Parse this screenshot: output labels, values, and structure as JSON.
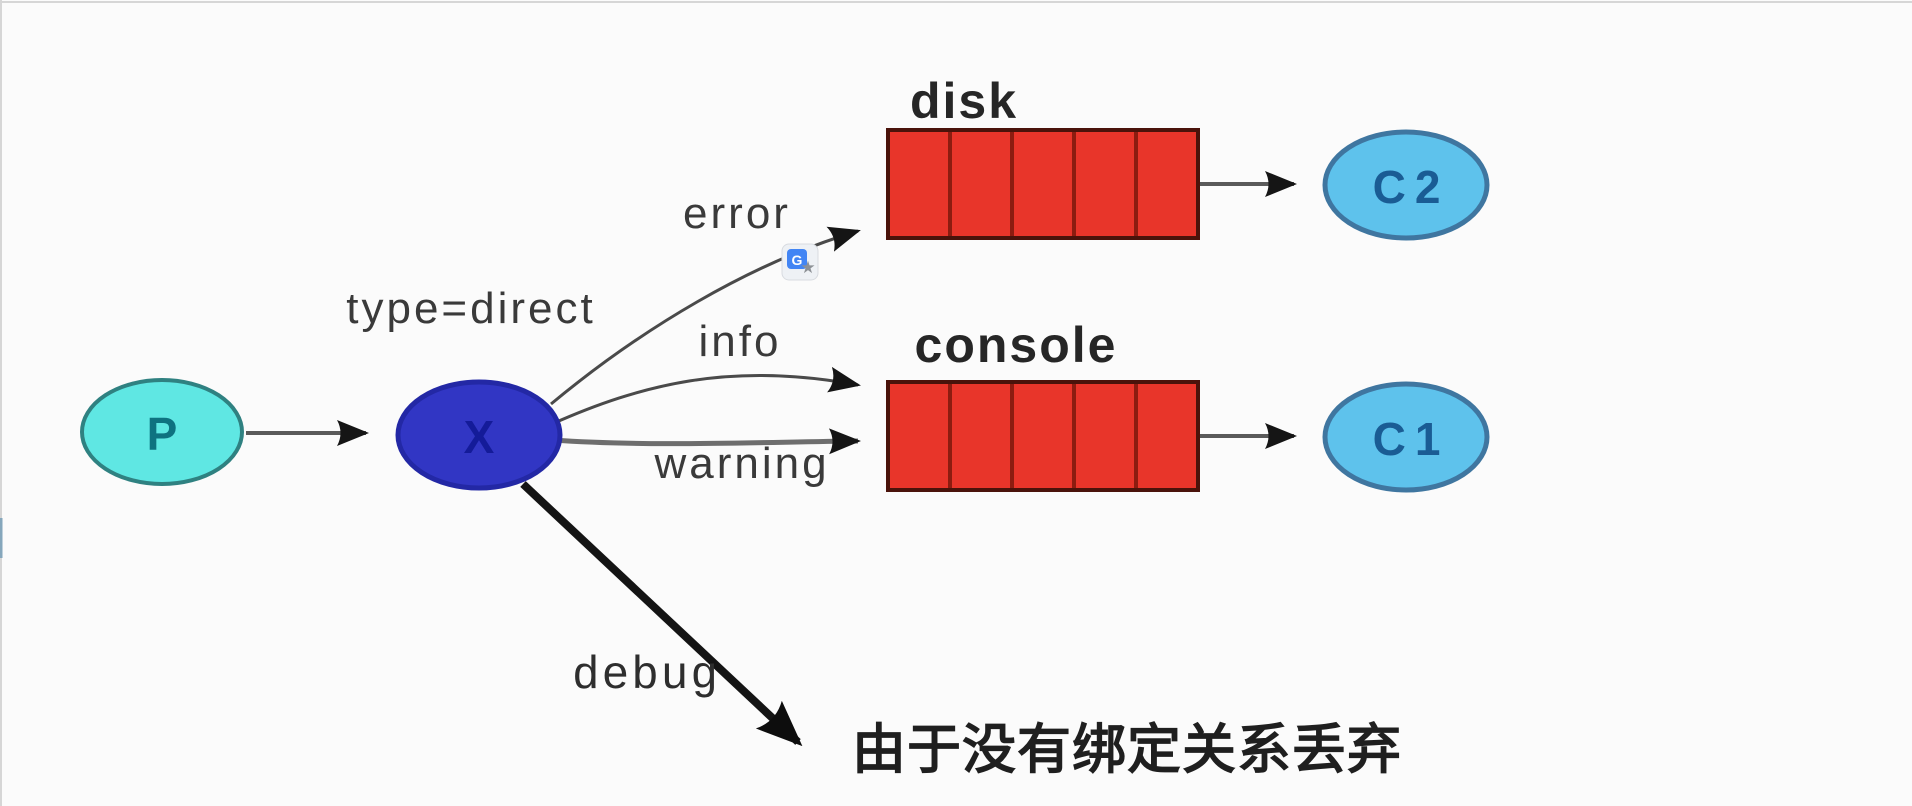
{
  "diagram": {
    "title_semantic": "RabbitMQ direct exchange routing diagram",
    "producer": {
      "label": "P"
    },
    "exchange": {
      "label": "X",
      "type_label": "type=direct"
    },
    "bindings": [
      {
        "routing_key": "error"
      },
      {
        "routing_key": "info"
      },
      {
        "routing_key": "warning"
      },
      {
        "routing_key": "debug"
      }
    ],
    "queues": [
      {
        "name": "disk",
        "segments": 5
      },
      {
        "name": "console",
        "segments": 5
      }
    ],
    "consumers": [
      {
        "label": "C2"
      },
      {
        "label": "C1"
      }
    ],
    "note": {
      "text": "由于没有绑定关系丢弃"
    },
    "overlay_icon": {
      "name": "google-translate-icon",
      "letter": "G",
      "star": "★"
    },
    "colors": {
      "background": "#fbfbfb",
      "producer_fill": "#5fe7e3",
      "producer_text": "#0e7280",
      "exchange_fill": "#3136c4",
      "exchange_text": "#141b99",
      "queue_fill": "#e8352a",
      "queue_divider": "#8c1c10",
      "consumer_fill": "#5ec2ec",
      "consumer_text": "#1a5c94",
      "arrow": "#4a4a4a",
      "translate_blue": "#4285f4"
    }
  }
}
